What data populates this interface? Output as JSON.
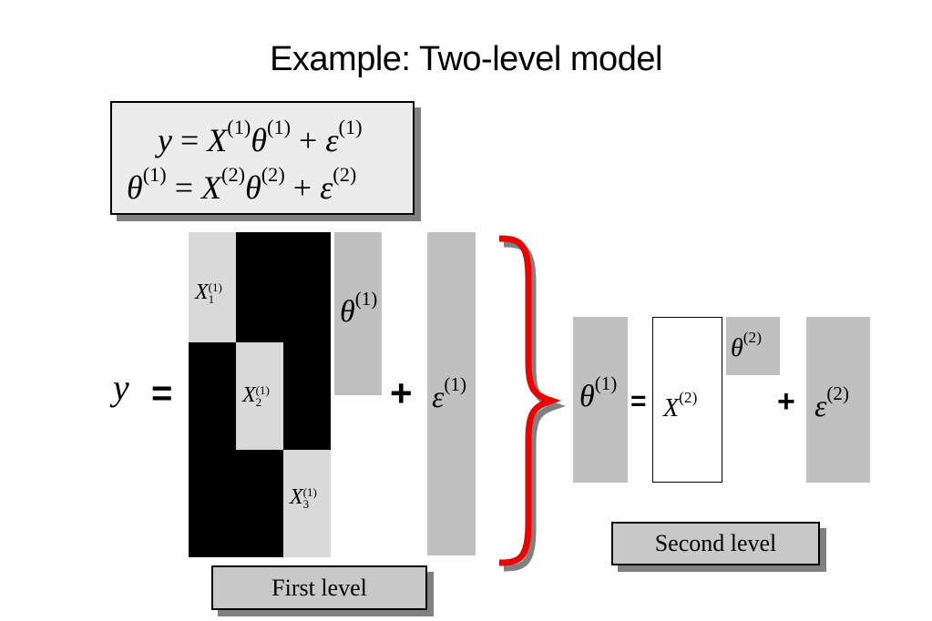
{
  "title": "Example: Two-level model",
  "equations": {
    "line1": {
      "lhs": "y",
      "eq": "=",
      "x": "X",
      "x_sup": "(1)",
      "theta": "θ",
      "theta_sup": "(1)",
      "plus": "+",
      "eps": "ε",
      "eps_sup": "(1)"
    },
    "line2": {
      "lhs": "θ",
      "lhs_sup": "(1)",
      "eq": "=",
      "x": "X",
      "x_sup": "(2)",
      "theta": "θ",
      "theta_sup": "(2)",
      "plus": "+",
      "eps": "ε",
      "eps_sup": "(2)"
    }
  },
  "first_level": {
    "y": "y",
    "equals": "=",
    "blocks": [
      {
        "symbol": "X",
        "sub": "1",
        "sup": "(1)"
      },
      {
        "symbol": "X",
        "sub": "2",
        "sup": "(1)"
      },
      {
        "symbol": "X",
        "sub": "3",
        "sup": "(1)"
      }
    ],
    "theta": "θ",
    "theta_sup": "(1)",
    "plus": "+",
    "eps": "ε",
    "eps_sup": "(1)",
    "label": "First level"
  },
  "second_level": {
    "theta": "θ",
    "theta_sup": "(1)",
    "equals": "=",
    "x": "X",
    "x_sup": "(2)",
    "theta2": "θ",
    "theta2_sup": "(2)",
    "plus": "+",
    "eps": "ε",
    "eps_sup": "(2)",
    "label": "Second level"
  },
  "colors": {
    "brace": "#ee0000",
    "brace_shadow": "#808080",
    "grey_block": "#c0c0c0",
    "light_block": "#d9d9d9",
    "dark_block": "#000000"
  }
}
